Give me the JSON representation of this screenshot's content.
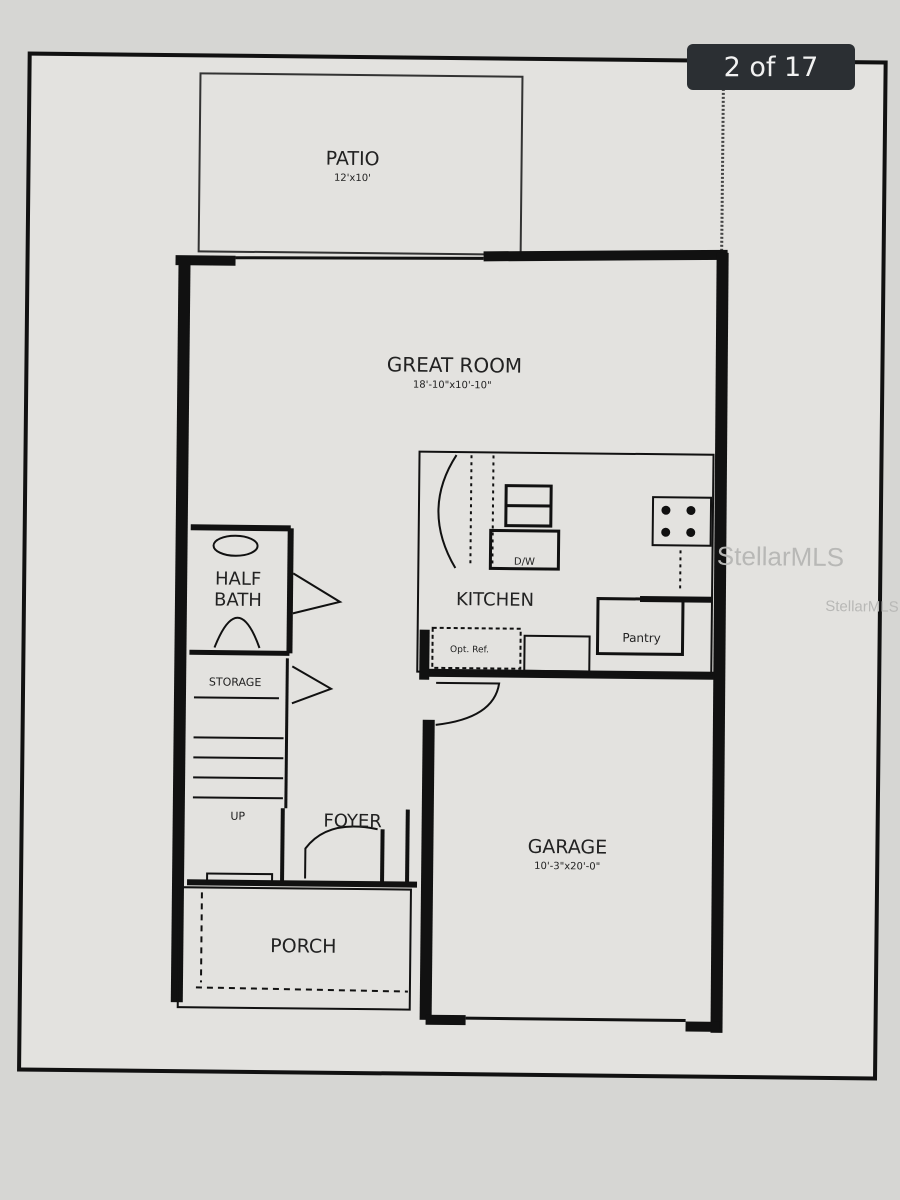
{
  "viewer": {
    "counter": "2 of 17"
  },
  "watermark": {
    "center": "StellarMLS",
    "corner": "StellarMLS"
  },
  "rooms": {
    "patio": {
      "name": "PATIO",
      "size": "12'x10'"
    },
    "great_room": {
      "name": "GREAT ROOM",
      "size": "18'-10\"x10'-10\""
    },
    "kitchen": {
      "name": "KITCHEN"
    },
    "pantry": {
      "name": "Pantry"
    },
    "ref": {
      "name": "Opt. Ref."
    },
    "dw": {
      "name": "D/W"
    },
    "half_bath": {
      "name_line1": "HALF",
      "name_line2": "BATH"
    },
    "storage": {
      "name": "STORAGE"
    },
    "stairs": {
      "name": "UP"
    },
    "foyer": {
      "name": "FOYER"
    },
    "garage": {
      "name": "GARAGE",
      "size": "10'-3\"x20'-0\""
    },
    "porch": {
      "name": "PORCH"
    }
  },
  "colors": {
    "wall": "#111111",
    "paper": "#e3e2df",
    "badge": "#2b2f33"
  }
}
